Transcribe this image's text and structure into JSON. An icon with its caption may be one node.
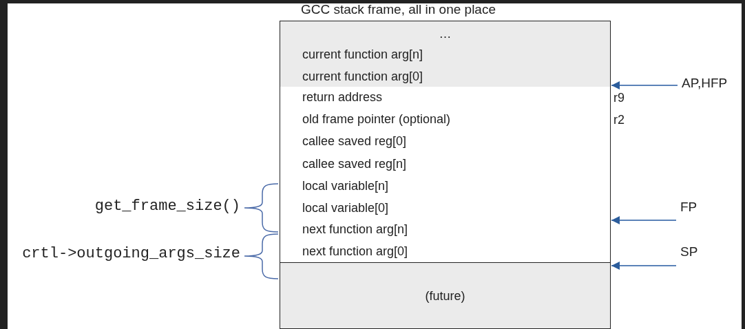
{
  "diagram": {
    "title": "GCC stack frame, all in one place",
    "nodes": [
      {
        "text": [
          "…",
          "current function arg[n]",
          "current function arg[0]"
        ]
      },
      {
        "text": [
          "return address",
          "old frame pointer (optional)",
          "callee saved reg[0]",
          "callee saved reg[n]",
          "local variable[n]",
          "local variable[0]",
          "next function arg[n]",
          "next function arg[0]"
        ]
      },
      {
        "text": [
          "(future)"
        ]
      },
      {
        "text": [
          "AP,HFP"
        ]
      },
      {
        "text": [
          "FP"
        ]
      },
      {
        "text": [
          "SP"
        ]
      }
    ],
    "edges": [
      {
        "from": 3,
        "to": 0,
        "arrow": "to"
      },
      {
        "from": 4,
        "to": 1,
        "arrow": "to"
      },
      {
        "from": 5,
        "to": 2,
        "arrow": "to"
      }
    ],
    "labels": [
      "r9",
      "r2",
      "get_frame_size()",
      "crtl->outgoing_args_size"
    ]
  }
}
